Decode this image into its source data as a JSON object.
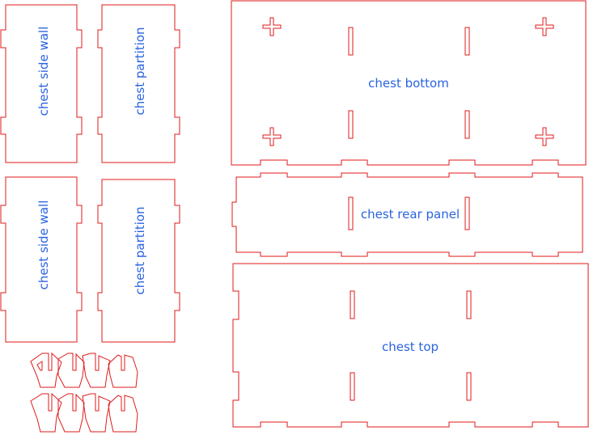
{
  "sheet": {
    "line_color": "#e01a1a",
    "label_color": "#2a63e0",
    "background": "#ffffff"
  },
  "labels": {
    "side_wall_1": "chest side wall",
    "partition_1": "chest partition",
    "side_wall_2": "chest side wall",
    "partition_2": "chest partition",
    "bottom": "chest bottom",
    "rear_panel": "chest rear panel",
    "top": "chest top"
  }
}
